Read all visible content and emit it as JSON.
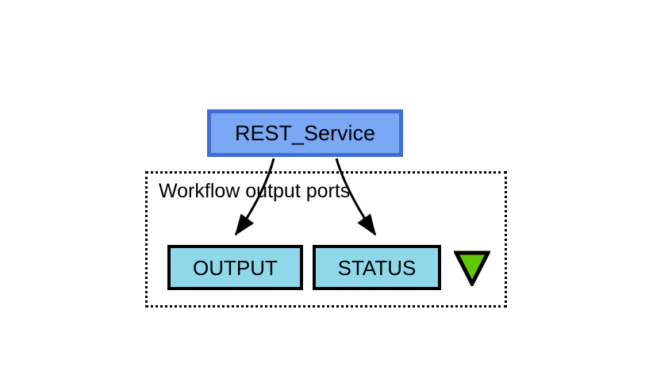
{
  "diagram": {
    "type": "workflow-graph",
    "background_color": "#ffffff",
    "service": {
      "label": "REST_Service",
      "fill_color": "#7aa8f5",
      "border_color": "#3f6fd4"
    },
    "group": {
      "title": "Workflow output ports",
      "border_style": "dotted",
      "border_color": "#000000"
    },
    "ports": [
      {
        "label": "OUTPUT",
        "fill_color": "#8ed8ea",
        "border_color": "#000000"
      },
      {
        "label": "STATUS",
        "fill_color": "#8ed8ea",
        "border_color": "#000000"
      }
    ],
    "marker": {
      "name": "green-triangle-marker",
      "shape": "triangle-down",
      "fill_color": "#5ec800",
      "border_color": "#000000"
    },
    "edges": [
      {
        "from": "REST_Service",
        "to": "OUTPUT",
        "arrow": "filled"
      },
      {
        "from": "REST_Service",
        "to": "STATUS",
        "arrow": "filled"
      }
    ]
  }
}
